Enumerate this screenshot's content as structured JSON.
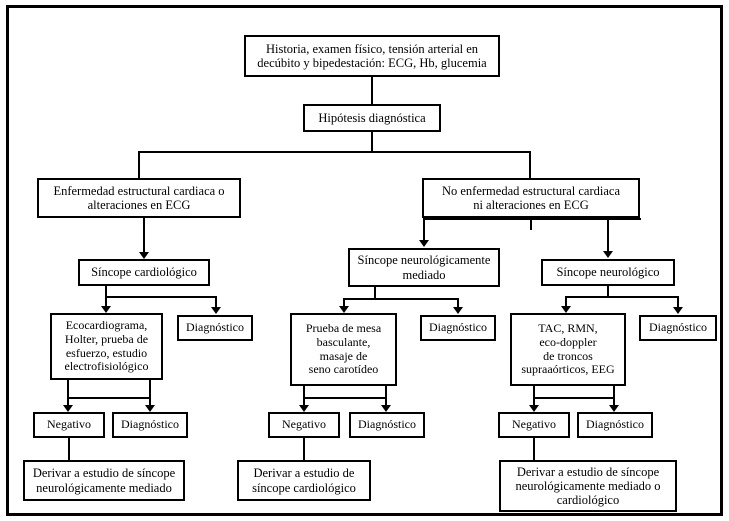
{
  "diagram": {
    "title": "Algoritmo diagnostico del sincope",
    "language": "es",
    "colors": {
      "border": "#000000",
      "background": "#ffffff",
      "text": "#000000"
    },
    "nodes": {
      "initial_assessment": "Historia, examen físico, tensión arterial en\ndecúbito y bipedestación: ECG, Hb, glucemia",
      "hypothesis": "Hipótesis diagnóstica",
      "structural_yes": "Enfermedad estructural cardiaca o\nalteraciones en ECG",
      "structural_no": "No enfermedad estructural cardiaca\nni alteraciones en ECG",
      "cardiologic_syncope": "Síncope cardiológico",
      "neuro_mediated_syncope": "Síncope neurológicamente\nmediado",
      "neurologic_syncope": "Síncope neurológico",
      "cardiac_tests": "Ecocardiograma,\nHolter, prueba de\nesfuerzo, estudio\nelectrofisiológico",
      "cardiac_diagnostic": "Diagnóstico",
      "neuro_mediated_tests": "Prueba de mesa\nbasculante,\nmasaje de\nseno carotídeo",
      "neuro_mediated_diagnostic": "Diagnóstico",
      "neurologic_tests": "TAC, RMN,\neco-doppler\nde troncos\nsupraaórticos, EEG",
      "neurologic_diagnostic": "Diagnóstico",
      "cardiac_negative": "Negativo",
      "cardiac_result_diagnostic": "Diagnóstico",
      "neuro_mediated_negative": "Negativo",
      "neuro_mediated_result_diagnostic": "Diagnóstico",
      "neurologic_negative": "Negativo",
      "neurologic_result_diagnostic": "Diagnóstico",
      "refer_neuro_mediated": "Derivar a estudio de síncope\nneurológicamente mediado",
      "refer_cardiologic": "Derivar a estudio de\nsíncope cardiológico",
      "refer_both": "Derivar a estudio de síncope\nneurológicamente mediado o\ncardiológico"
    }
  }
}
